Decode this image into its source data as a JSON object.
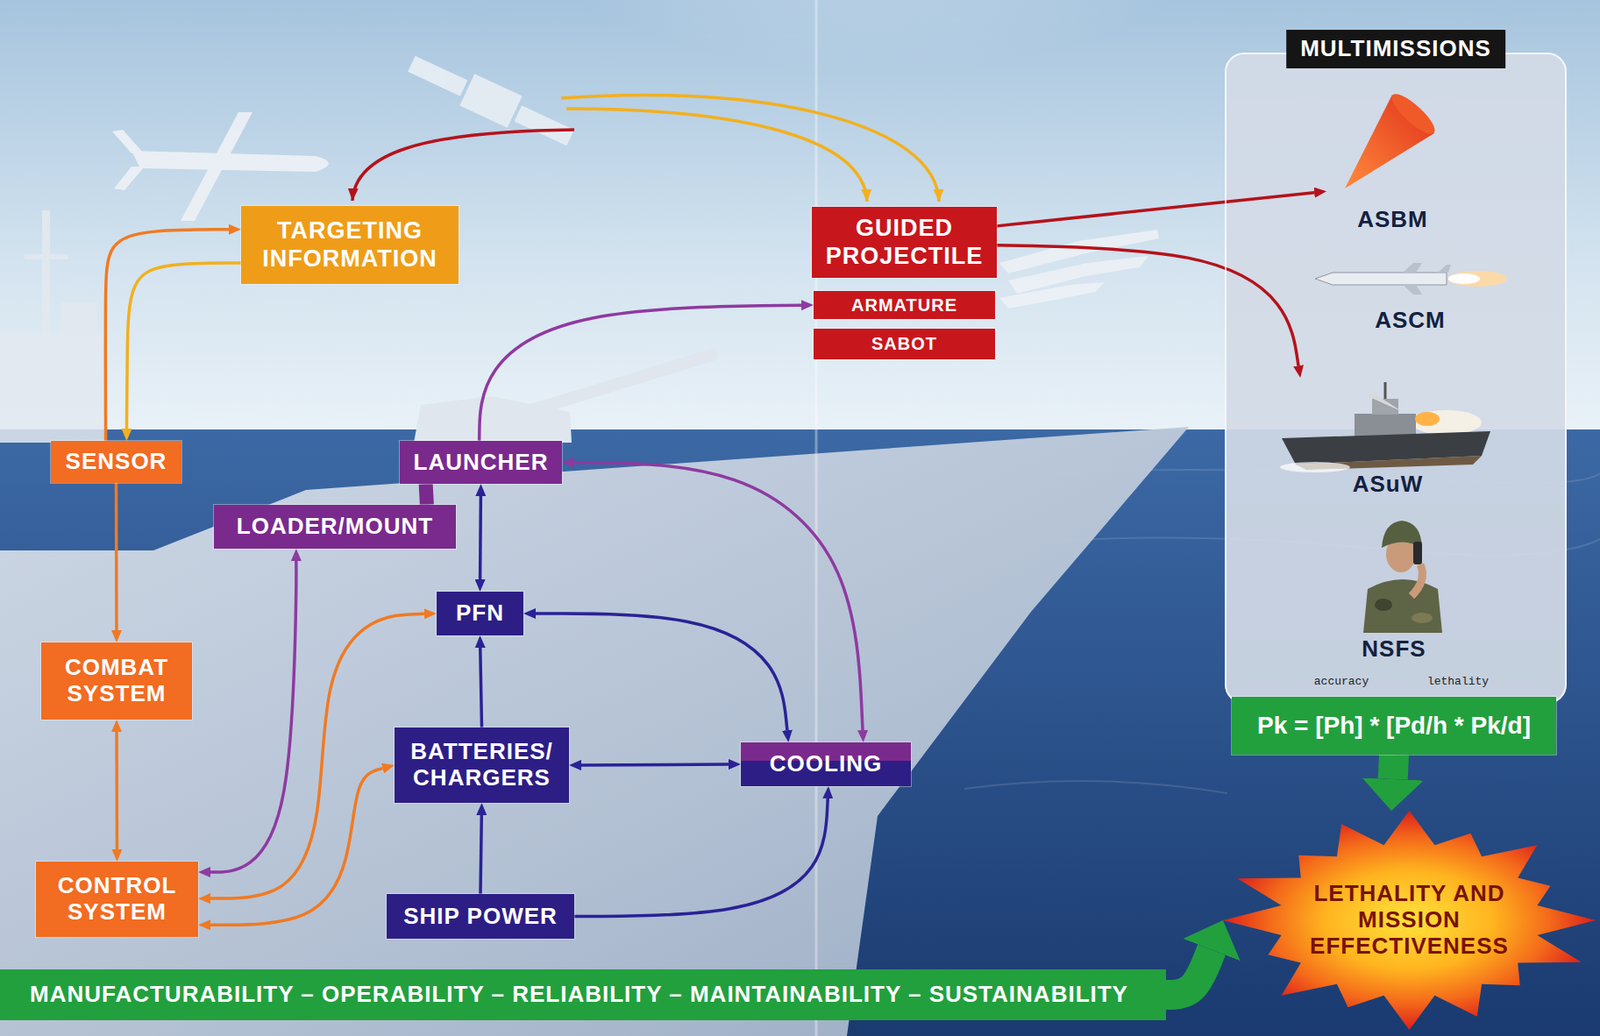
{
  "diagram": {
    "nodes": [
      {
        "text": [
          "TARGETING INFORMATION"
        ]
      },
      {
        "text": [
          "GUIDED PROJECTILE"
        ]
      },
      {
        "text": [
          "ARMATURE"
        ]
      },
      {
        "text": [
          "SABOT"
        ]
      },
      {
        "text": [
          "MULTIMISSIONS"
        ]
      },
      {
        "text": [
          "ASBM"
        ],
        "in": 4
      },
      {
        "text": [
          "ASCM"
        ],
        "in": 4
      },
      {
        "text": [
          "ASuW"
        ],
        "in": 4
      },
      {
        "text": [
          "NSFS"
        ],
        "in": 4
      },
      {
        "text": [
          "Pk = [Ph] * [Pd/h * Pk/d]"
        ]
      },
      {
        "text": [
          "SENSOR"
        ]
      },
      {
        "text": [
          "LAUNCHER"
        ]
      },
      {
        "text": [
          "LOADER/MOUNT"
        ]
      },
      {
        "text": [
          "PFN"
        ]
      },
      {
        "text": [
          "COMBAT SYSTEM"
        ]
      },
      {
        "text": [
          "BATTERIES/ CHARGERS"
        ]
      },
      {
        "text": [
          "COOLING"
        ]
      },
      {
        "text": [
          "CONTROL SYSTEM"
        ]
      },
      {
        "text": [
          "SHIP POWER"
        ]
      },
      {
        "text": [
          "LETHALITY AND MISSION EFFECTIVENESS"
        ]
      },
      {
        "text": [
          "MANUFACTURABILITY – OPERABILITY – RELIABILITY – MAINTAINABILITY – SUSTAINABILITY"
        ]
      }
    ],
    "edges": [
      {
        "from": 10,
        "to": 0,
        "arrow": "to"
      },
      {
        "from": 0,
        "to": 10,
        "arrow": "to"
      },
      {
        "from": 10,
        "to": 14,
        "arrow": "to"
      },
      {
        "from": 14,
        "to": 17,
        "arrow": "both"
      },
      {
        "from": 17,
        "to": 12,
        "arrow": "both"
      },
      {
        "from": 17,
        "to": 13,
        "arrow": "both"
      },
      {
        "from": 17,
        "to": 15,
        "arrow": "both"
      },
      {
        "from": 11,
        "to": 12,
        "arrow": "none"
      },
      {
        "from": 11,
        "to": 13,
        "arrow": "both"
      },
      {
        "from": 15,
        "to": 13,
        "arrow": "to"
      },
      {
        "from": 18,
        "to": 15,
        "arrow": "to"
      },
      {
        "from": 15,
        "to": 16,
        "arrow": "both"
      },
      {
        "from": 13,
        "to": 16,
        "arrow": "both"
      },
      {
        "from": 11,
        "to": 16,
        "arrow": "both"
      },
      {
        "from": 18,
        "to": 16,
        "arrow": "to"
      },
      {
        "from": 11,
        "to": 2,
        "arrow": "to"
      },
      {
        "from": 1,
        "to": 5,
        "arrow": "to"
      },
      {
        "from": 1,
        "to": 7,
        "arrow": "to"
      },
      {
        "from": 9,
        "to": 19,
        "arrow": "to"
      },
      {
        "from": 20,
        "to": 19,
        "arrow": "to"
      }
    ],
    "labels": [
      "accuracy",
      "lethality"
    ]
  }
}
